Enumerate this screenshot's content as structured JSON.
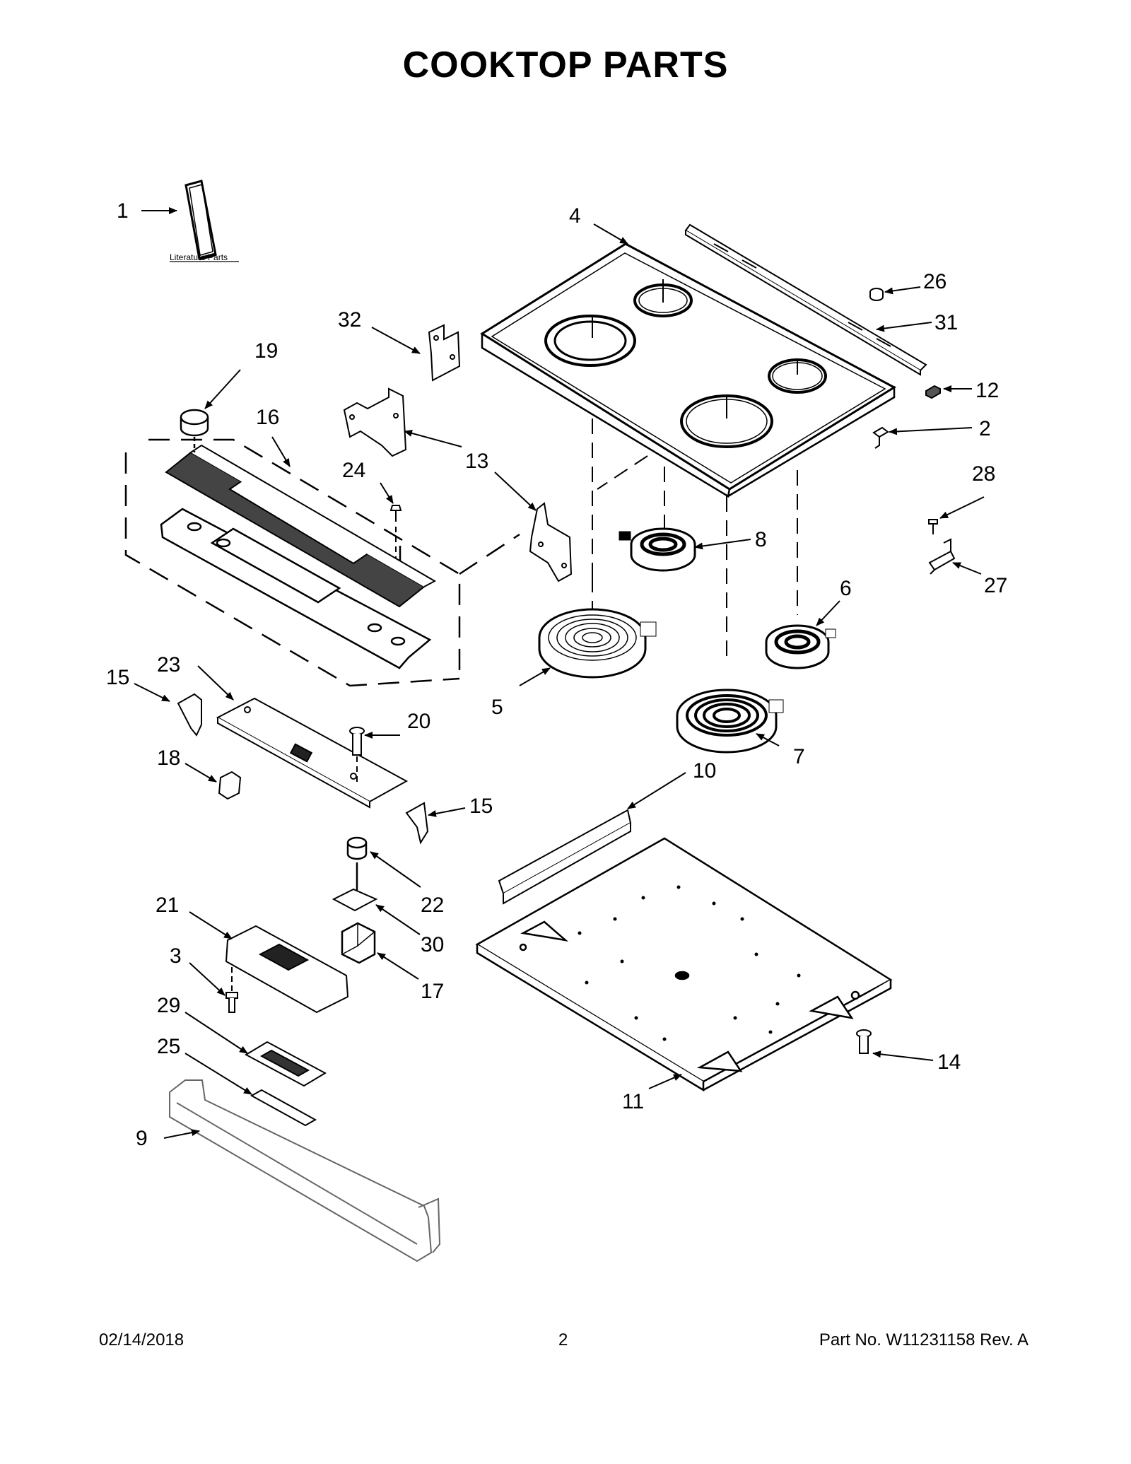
{
  "title": "COOKTOP  PARTS",
  "literature_label": "Literature Parts",
  "callouts": {
    "c1": "1",
    "c2": "2",
    "c3": "3",
    "c4": "4",
    "c5": "5",
    "c6": "6",
    "c7": "7",
    "c8": "8",
    "c9": "9",
    "c10": "10",
    "c11": "11",
    "c12": "12",
    "c13": "13",
    "c14": "14",
    "c15a": "15",
    "c15b": "15",
    "c16": "16",
    "c17": "17",
    "c18": "18",
    "c19": "19",
    "c20": "20",
    "c21": "21",
    "c22": "22",
    "c23": "23",
    "c24": "24",
    "c25": "25",
    "c26": "26",
    "c27": "27",
    "c28": "28",
    "c29": "29",
    "c30": "30",
    "c31": "31",
    "c32": "32"
  },
  "footer": {
    "date": "02/14/2018",
    "page": "2",
    "part_no": "Part No.  W11231158  Rev.  A"
  }
}
